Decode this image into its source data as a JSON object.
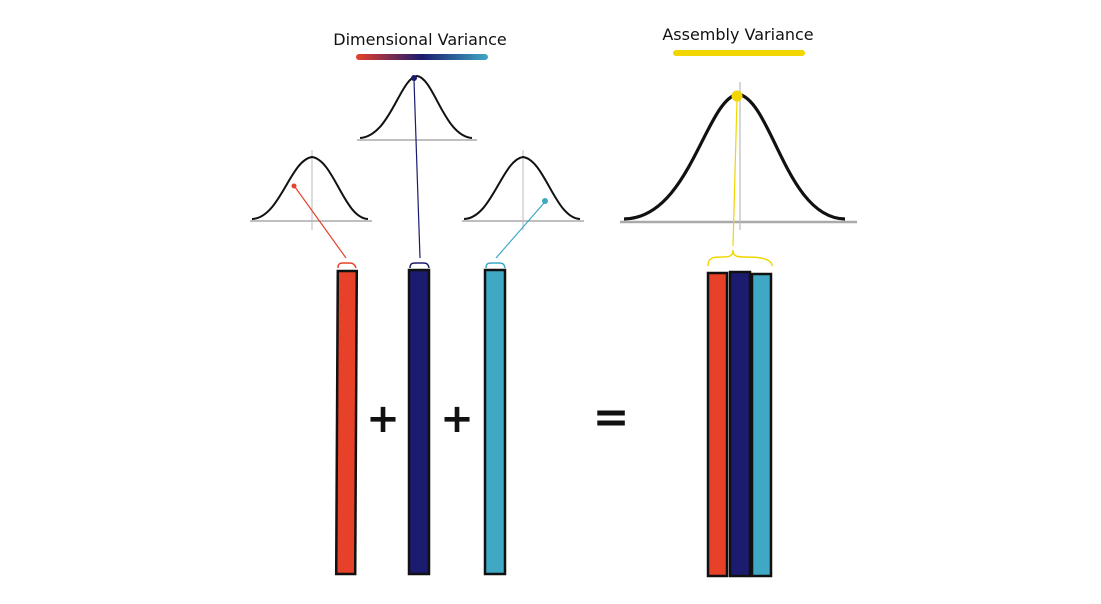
{
  "labels": {
    "dimensional": "Dimensional Variance",
    "assembly": "Assembly Variance"
  },
  "operators": {
    "plus_1": "+",
    "plus_2": "+",
    "equals": "="
  },
  "colors": {
    "red": "#e8412a",
    "navy": "#1b1b6f",
    "teal": "#3ea8c5",
    "yellow": "#f2d600",
    "ink": "#111111",
    "axis": "#aaaaaa"
  },
  "components": [
    {
      "name": "red",
      "color": "#e8412a"
    },
    {
      "name": "navy",
      "color": "#1b1b6f"
    },
    {
      "name": "teal",
      "color": "#3ea8c5"
    }
  ]
}
